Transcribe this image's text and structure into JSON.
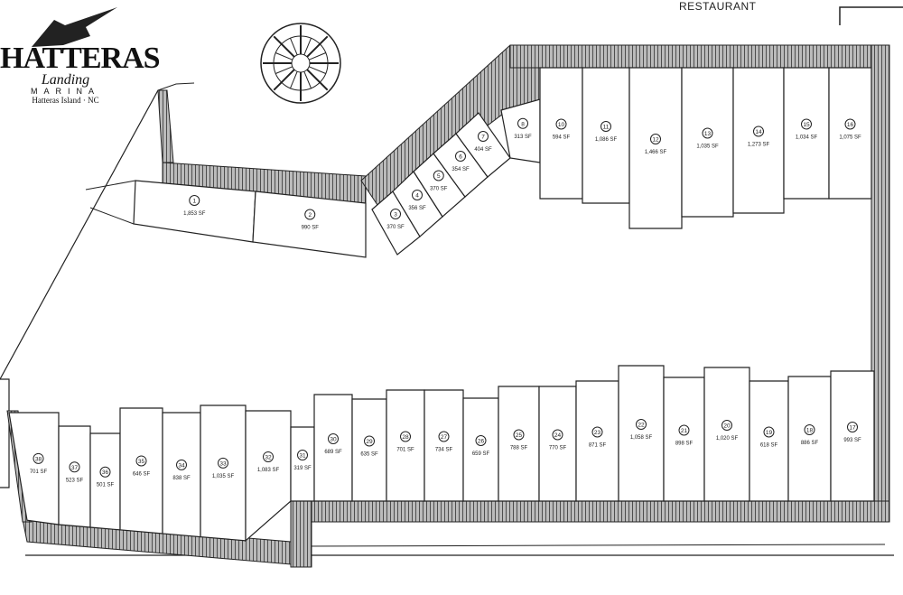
{
  "logo": {
    "name": "HATTERAS",
    "script": "Landing",
    "sub": "MARINA",
    "location": "Hatteras Island · NC"
  },
  "labels": {
    "restaurant": "RESTAURANT"
  },
  "colors": {
    "ink": "#222222",
    "hatch": "#555555",
    "paper": "#ffffff"
  },
  "slips_top": [
    {
      "no": "1",
      "area": "1,853 SF"
    },
    {
      "no": "2",
      "area": "990 SF"
    },
    {
      "no": "3",
      "area": "370 SF"
    },
    {
      "no": "4",
      "area": "356 SF"
    },
    {
      "no": "5",
      "area": "370 SF"
    },
    {
      "no": "6",
      "area": "354 SF"
    },
    {
      "no": "7",
      "area": "404 SF"
    },
    {
      "no": "8",
      "area": "313 SF"
    },
    {
      "no": "10",
      "area": "594 SF"
    },
    {
      "no": "11",
      "area": "1,086 SF"
    },
    {
      "no": "12",
      "area": "1,466 SF"
    },
    {
      "no": "13",
      "area": "1,035 SF"
    },
    {
      "no": "14",
      "area": "1,273 SF"
    },
    {
      "no": "15",
      "area": "1,034 SF"
    },
    {
      "no": "16",
      "area": "1,075 SF"
    }
  ],
  "slips_bottom": [
    {
      "no": "38",
      "area": "701 SF"
    },
    {
      "no": "37",
      "area": "523 SF"
    },
    {
      "no": "36",
      "area": "501 SF"
    },
    {
      "no": "35",
      "area": "646 SF"
    },
    {
      "no": "34",
      "area": "838 SF"
    },
    {
      "no": "33",
      "area": "1,035 SF"
    },
    {
      "no": "32",
      "area": "1,083 SF"
    },
    {
      "no": "31",
      "area": "319 SF"
    },
    {
      "no": "30",
      "area": "689 SF"
    },
    {
      "no": "29",
      "area": "635 SF"
    },
    {
      "no": "28",
      "area": "701 SF"
    },
    {
      "no": "27",
      "area": "734 SF"
    },
    {
      "no": "26",
      "area": "659 SF"
    },
    {
      "no": "25",
      "area": "788 SF"
    },
    {
      "no": "24",
      "area": "770 SF"
    },
    {
      "no": "23",
      "area": "871 SF"
    },
    {
      "no": "22",
      "area": "1,058 SF"
    },
    {
      "no": "21",
      "area": "898 SF"
    },
    {
      "no": "20",
      "area": "1,020 SF"
    },
    {
      "no": "19",
      "area": "618 SF"
    },
    {
      "no": "18",
      "area": "886 SF"
    },
    {
      "no": "17",
      "area": "993 SF"
    }
  ]
}
